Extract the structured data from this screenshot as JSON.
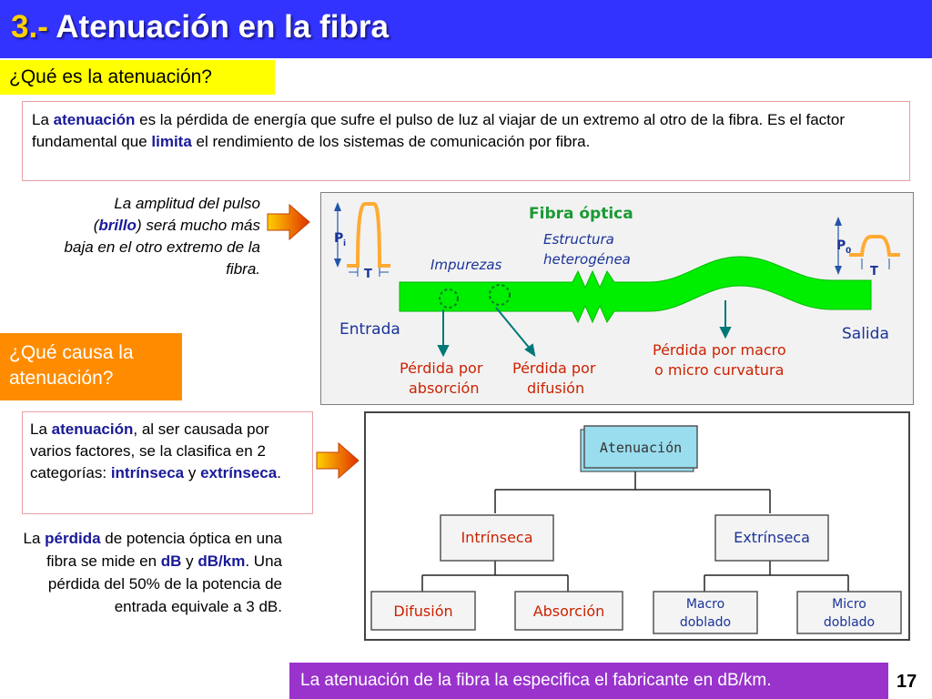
{
  "header": {
    "title_num": "3.-",
    "title_text": " Atenuación en la fibra",
    "background_color": "#3333ff",
    "number_color": "#ffd000"
  },
  "question1": {
    "label": "¿Qué es la atenuación?"
  },
  "definition": {
    "part1": "La ",
    "term1": "atenuación",
    "part2": " es la pérdida de energía que sufre el pulso de luz al viajar de un extremo al otro de la fibra. Es el factor fundamental que ",
    "term2": "limita",
    "part3": " el rendimiento de los sistemas de comunicación por fibra."
  },
  "pulse_note": {
    "part1": "La amplitud del pulso (",
    "term": "brillo",
    "part2": ") será mucho más baja en el otro extremo de la fibra."
  },
  "fiber_diagram": {
    "title": "Fibra óptica",
    "impurities_label": "Impurezas",
    "structure_label_line1": "Estructura",
    "structure_label_line2": "heterogénea",
    "input_label": "Entrada",
    "output_label": "Salida",
    "absorption_line1": "Pérdida por",
    "absorption_line2": "absorción",
    "diffusion_line1": "Pérdida por",
    "diffusion_line2": "difusión",
    "bending_line1": "Pérdida por macro",
    "bending_line2": "o micro curvatura",
    "pulse_in_label": "P",
    "pulse_in_sub": "i",
    "pulse_out_label": "P",
    "pulse_out_sub": "0",
    "t_label": "T",
    "fiber_color": "#00ee00",
    "label_color": "#cc2200",
    "arrow_color": "#007777"
  },
  "question2": {
    "line1": "¿Qué causa la",
    "line2": "atenuación?"
  },
  "classification": {
    "part1": "La ",
    "term1": "atenuación",
    "part2": ", al ser causada por varios factores, se la clasifica en 2 categorías: ",
    "term2": "intrínseca",
    "part3": " y ",
    "term3": "extrínseca",
    "part4": "."
  },
  "tree": {
    "root": "Atenuación",
    "left": "Intrínseca",
    "right": "Extrínseca",
    "leaf1": "Difusión",
    "leaf2": "Absorción",
    "leaf3_line1": "Macro",
    "leaf3_line2": "doblado",
    "leaf4_line1": "Micro",
    "leaf4_line2": "doblado",
    "root_color": "#99ddee",
    "node_text_color": "#cc2200",
    "leaf_text_color": "#1a3399"
  },
  "loss_note": {
    "part1": "La ",
    "term1": "pérdida",
    "part2": " de potencia óptica en una fibra se mide en ",
    "term2": "dB",
    "part3": " y ",
    "term3": "dB/km",
    "part4": ". Una pérdida del 50% de la potencia de entrada equivale a 3 dB."
  },
  "bottom_note": {
    "text": "La atenuación de la fibra la especifica el fabricante en dB/km."
  },
  "page_number": "17"
}
